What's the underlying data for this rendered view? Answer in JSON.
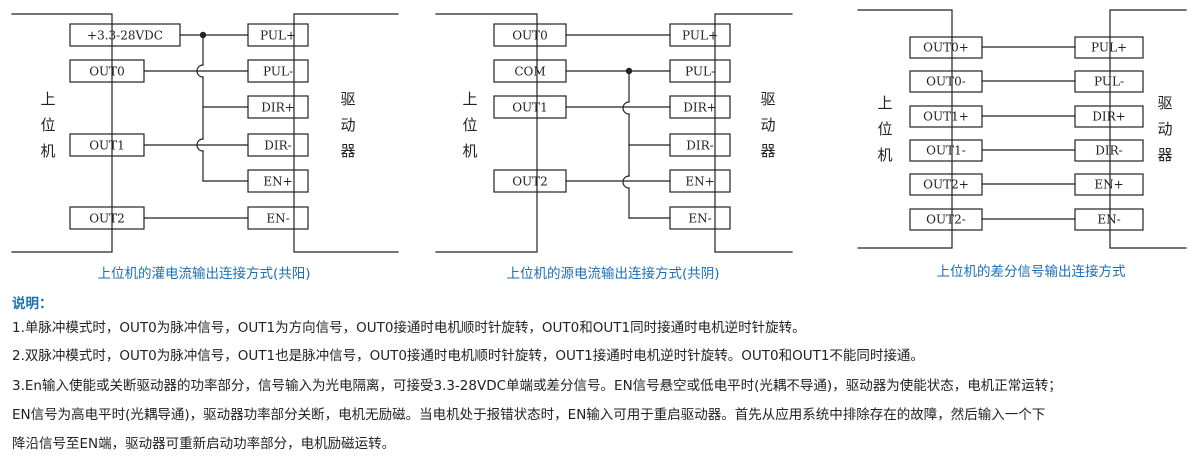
{
  "diagrams": [
    {
      "title": "上位机的灌电流输出连接方式(共阳)",
      "host": "上\n位\n机",
      "driver": "驱\n动\n器",
      "host_terms": [
        "+3.3-28VDC",
        "OUT0",
        "OUT1",
        "OUT2"
      ],
      "driver_terms": [
        "PUL+",
        "PUL-",
        "DIR+",
        "DIR-",
        "EN+",
        "EN-"
      ]
    },
    {
      "title": "上位机的源电流输出连接方式(共阴)",
      "host": "上\n位\n机",
      "driver": "驱\n动\n器",
      "host_terms": [
        "OUT0",
        "COM",
        "OUT1",
        "OUT2"
      ],
      "driver_terms": [
        "PUL+",
        "PUL-",
        "DIR+",
        "DIR-",
        "EN+",
        "EN-"
      ]
    },
    {
      "title": "上位机的差分信号输出连接方式",
      "host": "上\n位\n机",
      "driver": "驱\n动\n器",
      "host_terms": [
        "OUT0+",
        "OUT0-",
        "OUT1+",
        "OUT1-",
        "OUT2+",
        "OUT2-"
      ],
      "driver_terms": [
        "PUL+",
        "PUL-",
        "DIR+",
        "DIR-",
        "EN+",
        "EN-"
      ]
    }
  ],
  "notes": {
    "title": "说明：",
    "lines": [
      "1.单脉冲模式时，OUT0为脉冲信号，OUT1为方向信号，OUT0接通时电机顺时针旋转，OUT0和OUT1同时接通时电机逆时针旋转。",
      "2.双脉冲模式时，OUT0为脉冲信号，OUT1也是脉冲信号，OUT0接通时电机顺时针旋转，OUT1接通时电机逆时针旋转。OUT0和OUT1不能同时接通。",
      "3.En输入使能或关断驱动器的功率部分，信号输入为光电隔离，可接受3.3-28VDC单端或差分信号。EN信号悬空或低电平时(光耦不导通)，驱动器为使能状态，电机正常运转；",
      " EN信号为高电平时(光耦导通)，驱动器功率部分关断，电机无励磁。当电机处于报错状态时，EN输入可用于重启驱动器。首先从应用系统中排除存在的故障，然后输入一个下",
      "降沿信号至EN端，驱动器可重新启动功率部分，电机励磁运转。"
    ]
  },
  "colors": {
    "line": "#222222",
    "title": "#1a6fb5"
  }
}
